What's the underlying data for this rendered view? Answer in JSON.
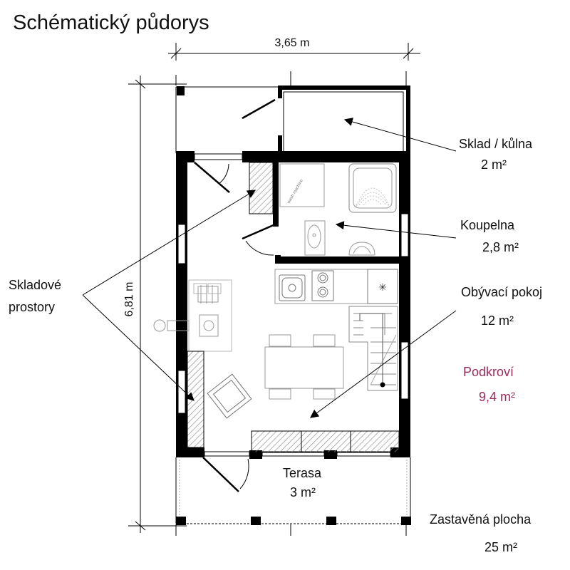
{
  "title": "Schématický půdorys",
  "dimensions": {
    "width": "3,65 m",
    "height": "6,81 m"
  },
  "rooms": {
    "storage_shed": {
      "name": "Sklad / kůlna",
      "area": "2 m²"
    },
    "bathroom": {
      "name": "Koupelna",
      "area": "2,8 m²"
    },
    "living_room": {
      "name": "Obývací pokoj",
      "area": "12 m²"
    },
    "attic": {
      "name": "Podkroví",
      "area": "9,4 m²"
    },
    "terrace": {
      "name": "Terasa",
      "area": "3 m²"
    },
    "storage_spaces": {
      "line1": "Skladové",
      "line2": "prostory"
    },
    "built_up": {
      "name": "Zastavěná plocha",
      "area": "25 m²"
    }
  },
  "fixtures": {
    "washing_machine": "wash machine"
  },
  "colors": {
    "accent": "#9b2c5e",
    "wall": "#000000",
    "hatch": "#8a8a8a",
    "furniture": "#9a9a9a"
  }
}
